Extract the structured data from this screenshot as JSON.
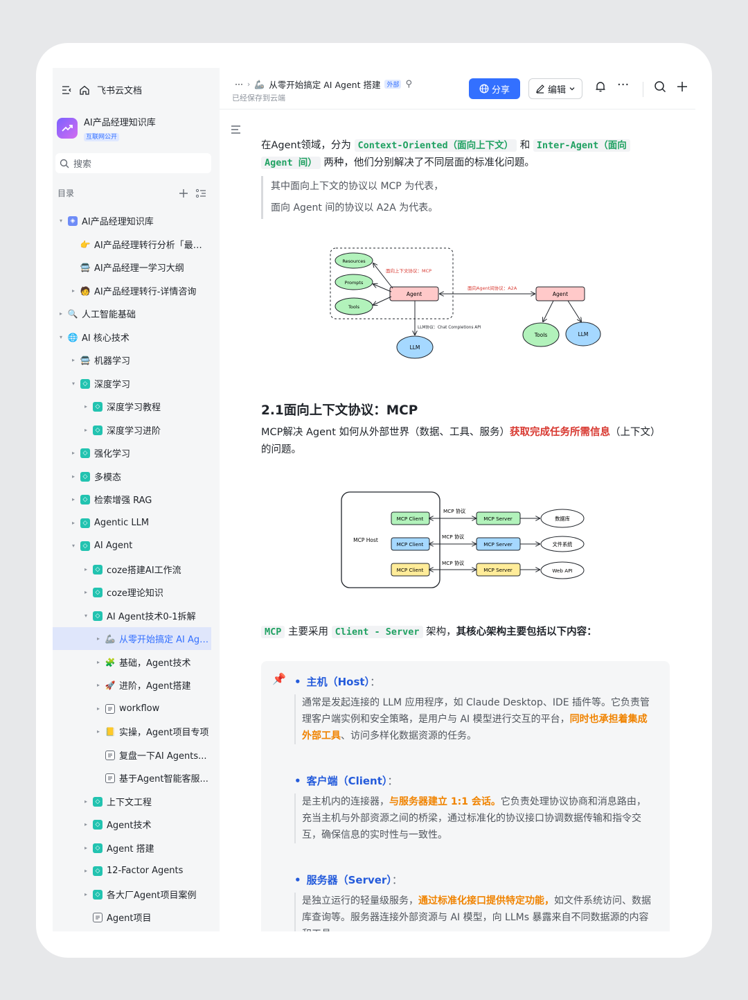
{
  "app": {
    "name": "飞书云文档"
  },
  "kb": {
    "title": "AI产品经理知识库",
    "tag": "互联网公开"
  },
  "search": {
    "placeholder": "搜索"
  },
  "toc": {
    "label": "目录"
  },
  "tree": [
    {
      "label": "AI产品经理知识库",
      "level": 0,
      "caret": "▾",
      "icon": "blue"
    },
    {
      "label": "AI产品经理转行分析「最…",
      "level": 1,
      "caret": "",
      "icon": "emoji",
      "glyph": "👉"
    },
    {
      "label": "AI产品经理一学习大纲",
      "level": 1,
      "caret": "",
      "icon": "emoji",
      "glyph": "🚍"
    },
    {
      "label": "AI产品经理转行-详情咨询",
      "level": 1,
      "caret": "▸",
      "icon": "emoji",
      "glyph": "🧑"
    },
    {
      "label": "人工智能基础",
      "level": 0,
      "caret": "▸",
      "icon": "emoji",
      "glyph": "🔍"
    },
    {
      "label": "AI 核心技术",
      "level": 0,
      "caret": "▾",
      "icon": "emoji",
      "glyph": "🌐"
    },
    {
      "label": "机器学习",
      "level": 1,
      "caret": "▸",
      "icon": "emoji",
      "glyph": "🚍"
    },
    {
      "label": "深度学习",
      "level": 1,
      "caret": "▾",
      "icon": "teal"
    },
    {
      "label": "深度学习教程",
      "level": 2,
      "caret": "▸",
      "icon": "teal"
    },
    {
      "label": "深度学习进阶",
      "level": 2,
      "caret": "▸",
      "icon": "teal"
    },
    {
      "label": "强化学习",
      "level": 1,
      "caret": "▸",
      "icon": "teal"
    },
    {
      "label": "多模态",
      "level": 1,
      "caret": "▸",
      "icon": "teal"
    },
    {
      "label": "检索增强 RAG",
      "level": 1,
      "caret": "▸",
      "icon": "teal"
    },
    {
      "label": "Agentic LLM",
      "level": 1,
      "caret": "▸",
      "icon": "teal"
    },
    {
      "label": "AI Agent",
      "level": 1,
      "caret": "▾",
      "icon": "teal"
    },
    {
      "label": "coze搭建AI工作流",
      "level": 2,
      "caret": "▸",
      "icon": "teal"
    },
    {
      "label": "coze理论知识",
      "level": 2,
      "caret": "▸",
      "icon": "teal"
    },
    {
      "label": "AI Agent技术0-1拆解",
      "level": 2,
      "caret": "▾",
      "icon": "teal"
    },
    {
      "label": "从零开始搞定 AI Ag…",
      "level": 3,
      "caret": "▸",
      "icon": "emoji",
      "glyph": "🦾",
      "active": true
    },
    {
      "label": "基础，Agent技术",
      "level": 3,
      "caret": "▸",
      "icon": "emoji",
      "glyph": "🧩"
    },
    {
      "label": "进阶，Agent搭建",
      "level": 3,
      "caret": "▸",
      "icon": "emoji",
      "glyph": "🚀"
    },
    {
      "label": "workflow",
      "level": 3,
      "caret": "▸",
      "icon": "doc"
    },
    {
      "label": "实操，Agent项目专项",
      "level": 3,
      "caret": "▸",
      "icon": "emoji",
      "glyph": "📒"
    },
    {
      "label": "复盘一下AI Agents...",
      "level": 3,
      "caret": "",
      "icon": "doc"
    },
    {
      "label": "基于Agent智能客服...",
      "level": 3,
      "caret": "",
      "icon": "doc"
    },
    {
      "label": "上下文工程",
      "level": 2,
      "caret": "▸",
      "icon": "teal"
    },
    {
      "label": "Agent技术",
      "level": 2,
      "caret": "▸",
      "icon": "teal"
    },
    {
      "label": "Agent 搭建",
      "level": 2,
      "caret": "▸",
      "icon": "teal"
    },
    {
      "label": "12-Factor Agents",
      "level": 2,
      "caret": "▸",
      "icon": "teal"
    },
    {
      "label": "各大厂Agent项目案例",
      "level": 2,
      "caret": "▸",
      "icon": "teal"
    },
    {
      "label": "Agent项目",
      "level": 2,
      "caret": "",
      "icon": "doc"
    }
  ],
  "header": {
    "more": "···",
    "doc_title": "从零开始搞定 AI Agent 搭建",
    "ext_tag": "外部",
    "saved": "已经保存到云端",
    "share": "分享",
    "edit": "编辑"
  },
  "doc": {
    "intro_pre": "在Agent领域，分为",
    "code1": "Context-Oriented（面向上下文）",
    "intro_mid": "和",
    "code2a": "Inter-Agent（面向",
    "code2b": "Agent 间）",
    "intro_post": "两种，他们分别解决了不同层面的标准化问题。",
    "quote1": "其中面向上下文的协议以 MCP 为代表，",
    "quote2": "面向 Agent 间的协议以 A2A 为代表。",
    "diagram1": {
      "resources": "Resources",
      "prompts": "Prompts",
      "tools": "Tools",
      "agent": "Agent",
      "llm": "LLM",
      "mcp_label": "面向上下文协议：MCP",
      "a2a_label": "面向Agent间协议：A2A",
      "llm_label": "LLM协议：Chat Completions API",
      "agent2": "Agent",
      "tools2": "Tools",
      "llm2": "LLM"
    },
    "h2": "2.1面向上下文协议：MCP",
    "mcp_pre": "MCP解决 Agent 如何从外部世界（数据、工具、服务）",
    "mcp_red": "获取完成任务所需信息",
    "mcp_post": "（上下文）的问题。",
    "diagram2": {
      "host": "MCP Host",
      "client": "MCP Client",
      "protocol": "MCP 协议",
      "server": "MCP Server",
      "db": "数据库",
      "fs": "文件系统",
      "web": "Web API"
    },
    "arch_code1": "MCP",
    "arch_mid": "主要采用",
    "arch_code2": "Client - Server",
    "arch_post": "架构，",
    "arch_bold": "其核心架构主要包括以下内容：",
    "host_title": "主机（Host）",
    "host_colon": "：",
    "host_body1": "通常是发起连接的 LLM 应用程序，如 Claude Desktop、IDE 插件等。它负责管理客户端实例和安全策略，是用户与 AI 模型进行交互的平台，",
    "host_orange": "同时也承担着集成外部工具",
    "host_body2": "、访问多样化数据资源的任务。",
    "client_title": "客户端（Client）",
    "client_colon": "：",
    "client_body1": "是主机内的连接器，",
    "client_orange": "与服务器建立 1:1 会话。",
    "client_body2": "它负责处理协议协商和消息路由，充当主机与外部资源之间的桥梁，通过标准化的协议接口协调数据传输和指令交互，确保信息的实时性与一致性。",
    "server_title": "服务器（Server）",
    "server_colon": "：",
    "server_body1": "是独立运行的轻量级服务，",
    "server_orange": "通过标准化接口提供特定功能，",
    "server_body2": "如文件系统访问、数据库查询等。服务器连接外部资源与 AI 模型，向 LLMs 暴露来自不同数据源的内容和工具。"
  },
  "colors": {
    "accent": "#3370ff",
    "code_green": "#20a162",
    "red": "#d83931",
    "orange": "#f08300",
    "client_green": "#b2f2bb",
    "client_blue": "#a5d8ff",
    "client_yellow": "#ffec99",
    "agent_red": "#ffc9c9"
  }
}
